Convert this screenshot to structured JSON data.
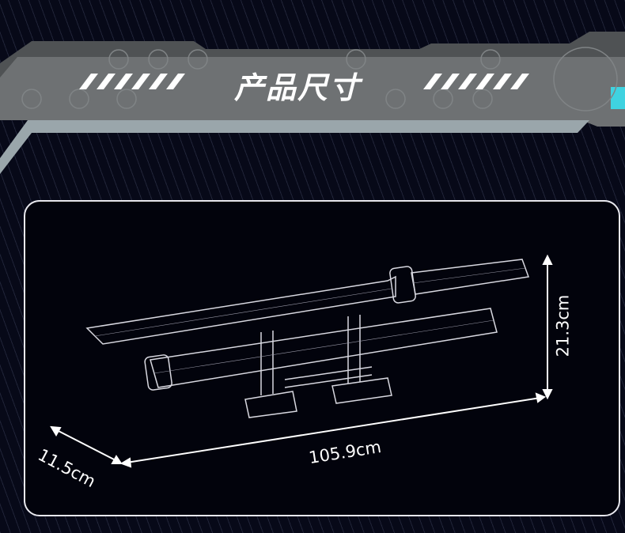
{
  "header": {
    "title": "产品尺寸"
  },
  "dimensions": {
    "length": "105.9cm",
    "height": "21.3cm",
    "depth": "11.5cm"
  },
  "colors": {
    "banner": "#6f7274",
    "banner_edge": "#9aa6ab",
    "accent": "#3fd2e0",
    "background": "#070918"
  }
}
